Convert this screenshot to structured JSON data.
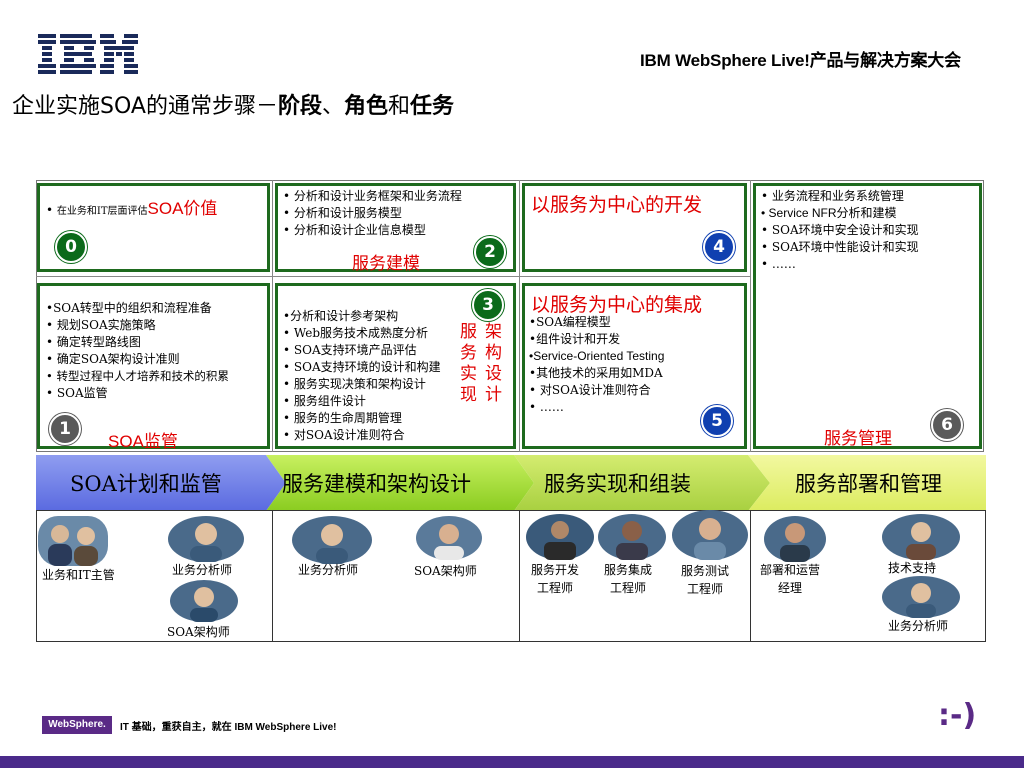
{
  "header": {
    "logo_text": "IBM",
    "event_title": "IBM WebSphere Live!产品与解决方案大会",
    "title_part1": "企业实施SOA的通常步骤－",
    "title_bold1": "阶段",
    "title_sep1": "、",
    "title_bold2": "角色",
    "title_sep2": "和",
    "title_bold3": "任务"
  },
  "stages": {
    "box0": {
      "bullet": "• ",
      "small": "在业务和IT层面评估",
      "red": "SOA价值",
      "badge": "0"
    },
    "box1": {
      "items": [
        "•SOA转型中的组织和流程准备",
        "• 规划SOA实施策略",
        "• 确定转型路线图",
        "• 确定SOA架构设计准则",
        "• 转型过程中人才培养和技术的积累",
        "• SOA监管"
      ],
      "label": "SOA监管",
      "badge": "1"
    },
    "box2": {
      "items": [
        "• 分析和设计业务框架和业务流程",
        "• 分析和设计服务模型",
        "• 分析和设计企业信息模型"
      ],
      "label": "服务建模",
      "badge": "2"
    },
    "box3": {
      "items": [
        "•分析和设计参考架构",
        "• Web服务技术成熟度分析",
        "• SOA支持环境产品评估",
        "• SOA支持环境的设计和构建",
        "• 服务实现决策和架构设计",
        "• 服务组件设计",
        "• 服务的生命周期管理",
        "• 对SOA设计准则符合"
      ],
      "vertical": [
        "服",
        "架",
        "务",
        "构",
        "实",
        "设",
        "现",
        "计"
      ],
      "badge": "3"
    },
    "box4": {
      "title": "以服务为中心的开发",
      "badge": "4"
    },
    "box5": {
      "title": "以服务为中心的集成",
      "items": [
        "•SOA编程模型",
        "•组件设计和开发",
        "•Service-Oriented Testing",
        "•其他技术的采用如MDA",
        "• 对SOA设计准则符合",
        "• ……"
      ],
      "badge": "5"
    },
    "box6": {
      "items": [
        "• 业务流程和业务系统管理",
        "• Service NFR分析和建模",
        "• SOA环境中安全设计和实现",
        "• SOA环境中性能设计和实现",
        "• ……"
      ],
      "label": "服务管理",
      "badge": "6"
    }
  },
  "phases": [
    "SOA计划和监管",
    "服务建模和架构设计",
    "服务实现和组装",
    "服务部署和管理"
  ],
  "roles": {
    "col1": [
      "业务和IT主管",
      "业务分析师",
      "SOA架构师"
    ],
    "col2": [
      "业务分析师",
      "SOA架构师"
    ],
    "col3": [
      "服务开发",
      "工程师",
      "服务集成",
      "工程师",
      "服务测试",
      "工程师"
    ],
    "col4": [
      "部署和运营",
      "经理",
      "技术支持",
      "业务分析师"
    ]
  },
  "footer": {
    "brand": "WebSphere.",
    "tagline": "IT 基础，重获自主，就在 IBM WebSphere Live!",
    "smiley": ":-)"
  },
  "colors": {
    "green_border": "#1e6a1e",
    "badge_green": "#0b6a1a",
    "badge_blue": "#1040b0",
    "badge_gray": "#5a5a5a",
    "red_text": "#e00000",
    "purple": "#4a2a8a"
  }
}
